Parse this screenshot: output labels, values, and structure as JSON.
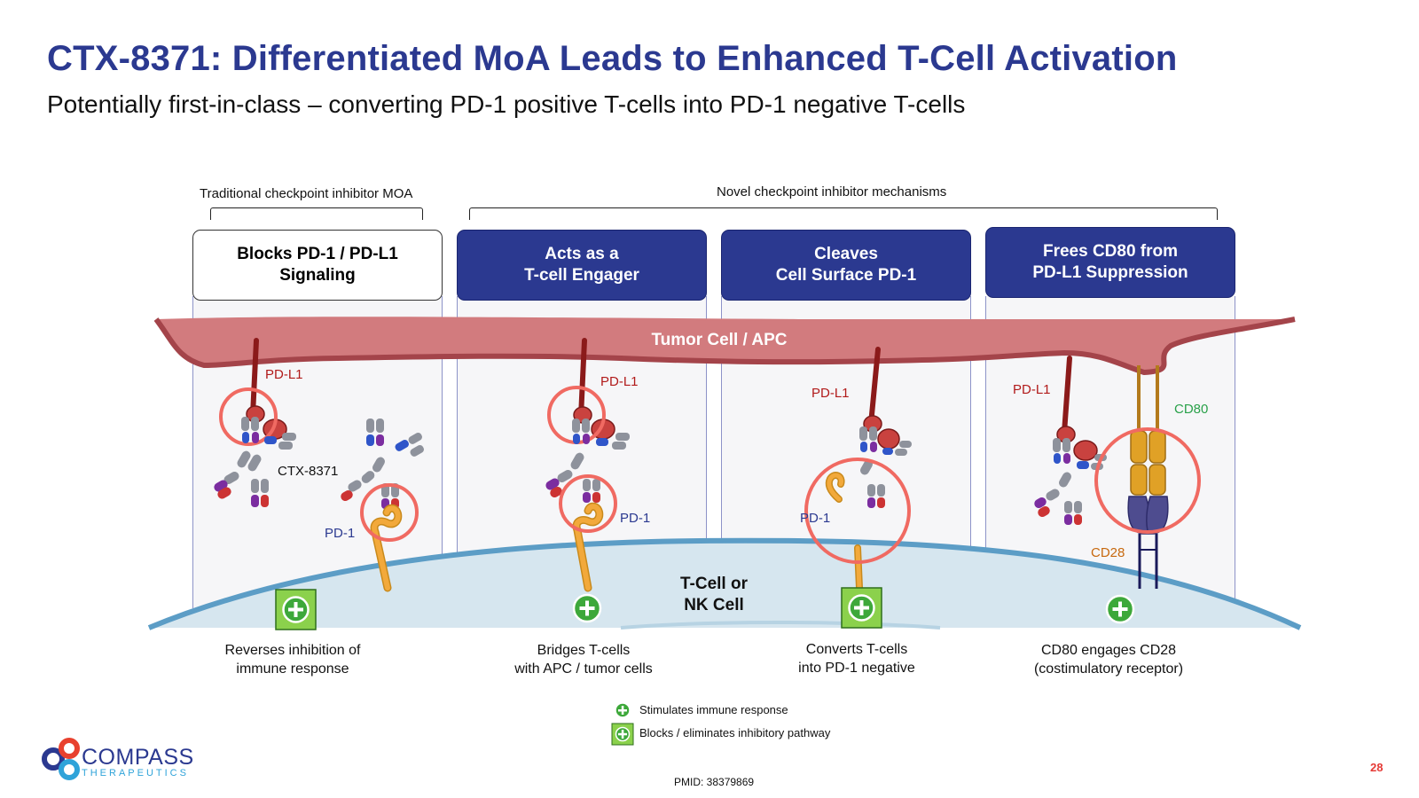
{
  "title": "CTX-8371: Differentiated MoA Leads to Enhanced T-Cell Activation",
  "subtitle": "Potentially first-in-class – converting PD-1 positive T-cells into PD-1 negative T-cells",
  "groups": {
    "traditional": "Traditional checkpoint inhibitor MOA",
    "novel": "Novel checkpoint inhibitor mechanisms"
  },
  "panels": [
    {
      "header": "Blocks PD-1 / PD-L1\nSignaling",
      "caption": "Reverses inhibition of\nimmune response"
    },
    {
      "header": "Acts as a\nT-cell Engager",
      "caption": "Bridges T-cells\nwith APC / tumor cells"
    },
    {
      "header": "Cleaves\nCell Surface PD-1",
      "caption": "Converts T-cells\ninto PD-1 negative"
    },
    {
      "header": "Frees CD80 from\nPD-L1 Suppression",
      "caption": "CD80 engages CD28\n(costimulatory receptor)"
    }
  ],
  "diagram": {
    "tumor_label": "Tumor Cell / APC",
    "tcell_label_1": "T-Cell or",
    "tcell_label_2": "NK Cell",
    "pdl1": "PD-L1",
    "pd1": "PD-1",
    "ctx": "CTX-8371",
    "cd80": "CD80",
    "cd28": "CD28"
  },
  "legend": {
    "stimulates": "Stimulates immune response",
    "blocks": "Blocks / eliminates inhibitory pathway"
  },
  "footer": {
    "pmid": "PMID: 38379869",
    "page": "28",
    "logo_main": "COMPASS",
    "logo_sub": "THERAPEUTICS"
  },
  "colors": {
    "title_blue": "#2b3990",
    "tumor": "#d27b7e",
    "tcell": "#d6e6ef",
    "highlight_ring": "#f06a62",
    "plus_green": "#3da83a",
    "pd1_orange": "#f2a93b",
    "cd80_orange": "#e0a126",
    "pdl1_red": "#8b1a1a"
  }
}
